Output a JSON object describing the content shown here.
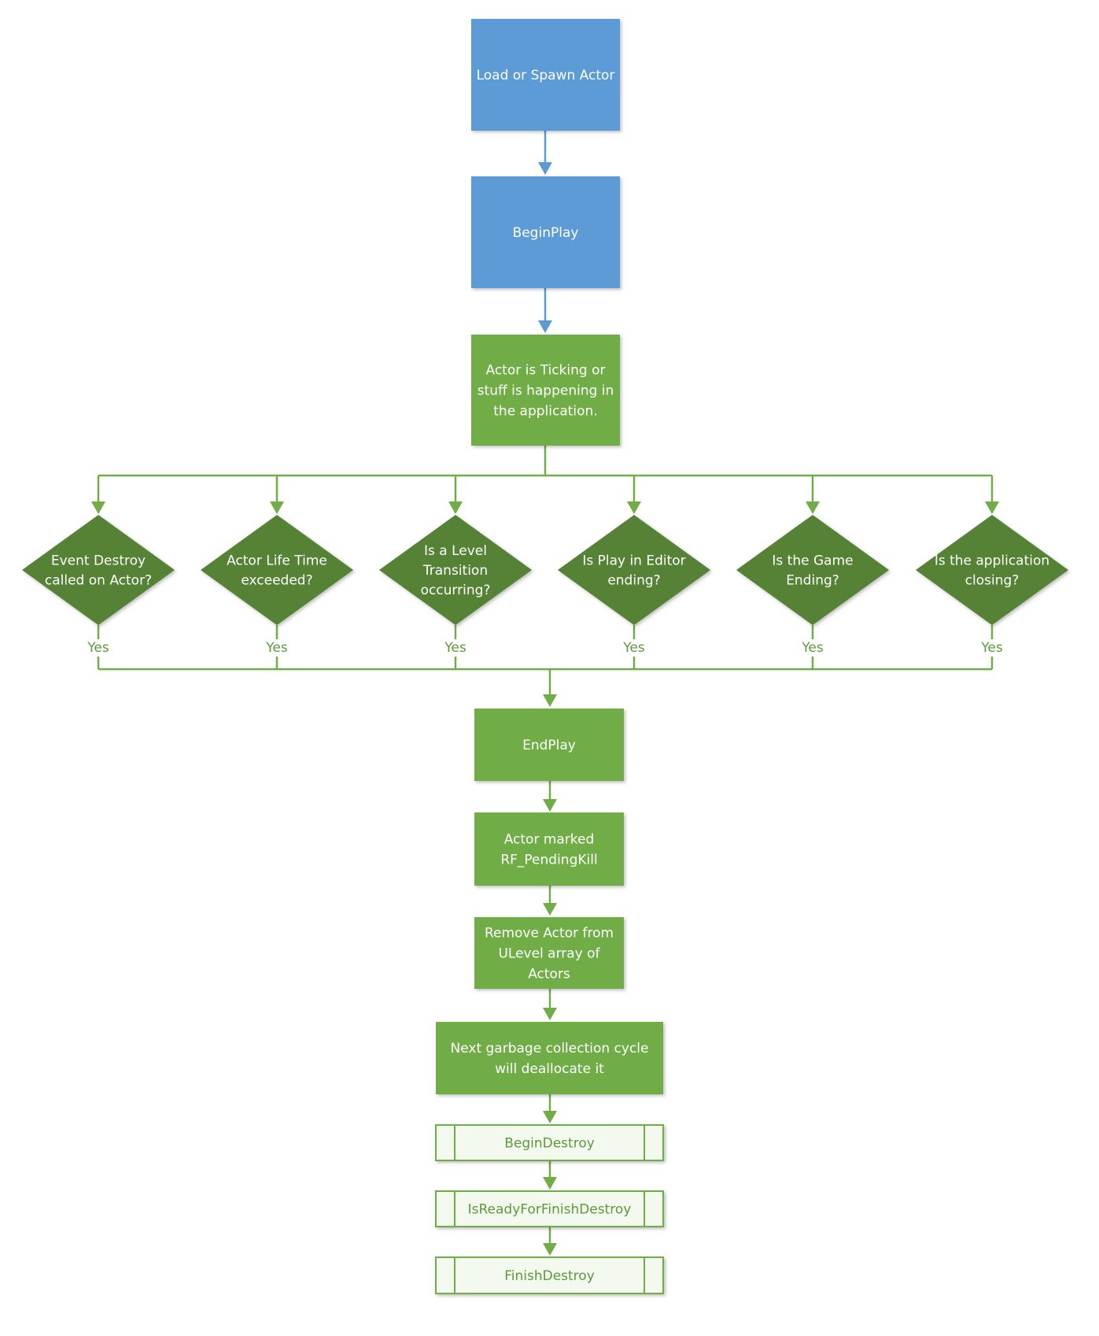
{
  "colors": {
    "blue": "#5b9bd5",
    "green": "#70ad47",
    "dark_green": "#548235",
    "edge_green": "#70ad47",
    "edge_blue": "#5b9bd5",
    "subprocess_fill": "#f4f9ef"
  },
  "nodes": {
    "load_spawn": "Load or Spawn Actor",
    "begin_play": "BeginPlay",
    "ticking": [
      "Actor is Ticking or",
      "stuff is happening in",
      "the application."
    ],
    "end_play": "EndPlay",
    "marked_pending_kill": [
      "Actor marked",
      "RF_PendingKill"
    ],
    "remove_actor": [
      "Remove Actor from",
      "ULevel array of",
      "Actors"
    ],
    "garbage_collection": [
      "Next garbage collection cycle",
      "will deallocate it"
    ],
    "begin_destroy": "BeginDestroy",
    "is_ready_for_finish_destroy": "IsReadyForFinishDestroy",
    "finish_destroy": "FinishDestroy"
  },
  "decisions": [
    {
      "lines": [
        "Event Destroy",
        "called on Actor?"
      ],
      "yes": "Yes"
    },
    {
      "lines": [
        "Actor Life Time",
        "exceeded?"
      ],
      "yes": "Yes"
    },
    {
      "lines": [
        "Is a Level",
        "Transition",
        "occurring?"
      ],
      "yes": "Yes"
    },
    {
      "lines": [
        "Is Play in Editor",
        "ending?"
      ],
      "yes": "Yes"
    },
    {
      "lines": [
        "Is the Game",
        "Ending?"
      ],
      "yes": "Yes"
    },
    {
      "lines": [
        "Is the application",
        "closing?"
      ],
      "yes": "Yes"
    }
  ]
}
